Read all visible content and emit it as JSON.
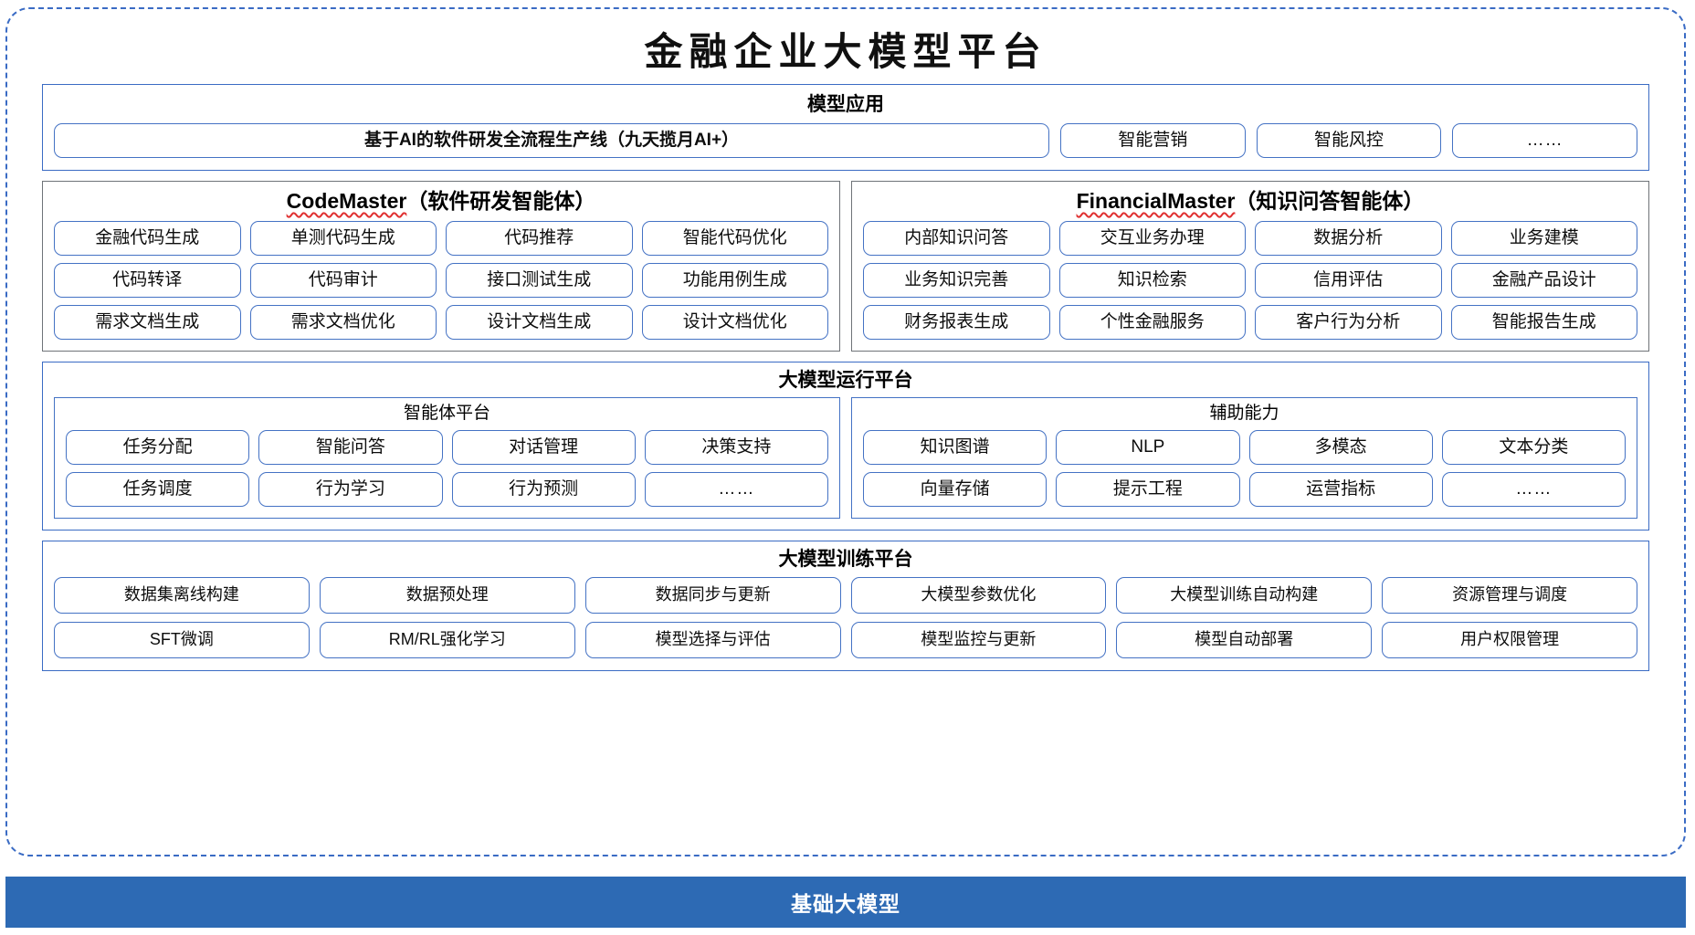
{
  "title": "金融企业大模型平台",
  "colors": {
    "frame_dashed": "#3a6bc4",
    "pill_border": "#4472c4",
    "section_gray_border": "#6f7378",
    "base_bar_bg": "#2d6ab4",
    "spellcheck_underline": "#e03030"
  },
  "model_applications": {
    "title": "模型应用",
    "primary": "基于AI的软件研发全流程生产线（九天揽月AI+）",
    "items": [
      "智能营销",
      "智能风控",
      "……"
    ]
  },
  "agents": [
    {
      "name_en": "CodeMaster",
      "name_cn": "（软件研发智能体）",
      "items": [
        "金融代码生成",
        "单测代码生成",
        "代码推荐",
        "智能代码优化",
        "代码转译",
        "代码审计",
        "接口测试生成",
        "功能用例生成",
        "需求文档生成",
        "需求文档优化",
        "设计文档生成",
        "设计文档优化"
      ]
    },
    {
      "name_en": "FinancialMaster",
      "name_cn": "（知识问答智能体）",
      "items": [
        "内部知识问答",
        "交互业务办理",
        "数据分析",
        "业务建模",
        "业务知识完善",
        "知识检索",
        "信用评估",
        "金融产品设计",
        "财务报表生成",
        "个性金融服务",
        "客户行为分析",
        "智能报告生成"
      ]
    }
  ],
  "runtime_platform": {
    "title": "大模型运行平台",
    "panels": [
      {
        "title": "智能体平台",
        "items": [
          "任务分配",
          "智能问答",
          "对话管理",
          "决策支持",
          "任务调度",
          "行为学习",
          "行为预测",
          "……"
        ]
      },
      {
        "title": "辅助能力",
        "items": [
          "知识图谱",
          "NLP",
          "多模态",
          "文本分类",
          "向量存储",
          "提示工程",
          "运营指标",
          "……"
        ]
      }
    ]
  },
  "training_platform": {
    "title": "大模型训练平台",
    "items": [
      "数据集离线构建",
      "数据预处理",
      "数据同步与更新",
      "大模型参数优化",
      "大模型训练自动构建",
      "资源管理与调度",
      "SFT微调",
      "RM/RL强化学习",
      "模型选择与评估",
      "模型监控与更新",
      "模型自动部署",
      "用户权限管理"
    ]
  },
  "base_model": {
    "label": "基础大模型"
  }
}
